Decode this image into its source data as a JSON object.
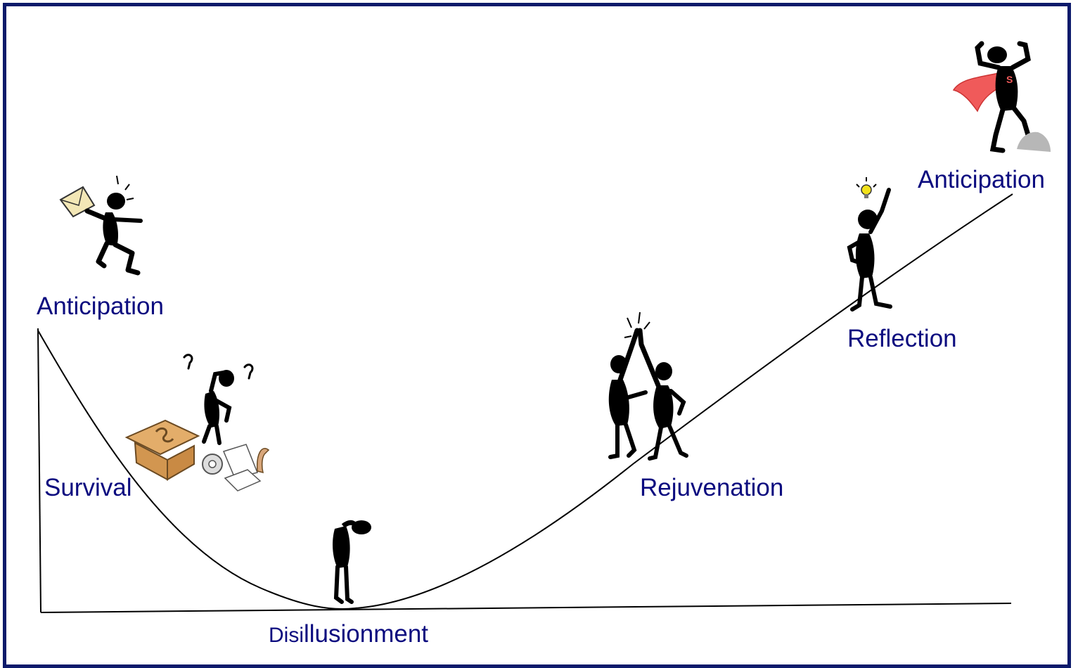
{
  "colors": {
    "frame": "#0c1a6b",
    "label": "#0b0b7f",
    "curve": "#000000",
    "figure": "#000000",
    "cape": "#f05a5a",
    "bulb": "#f2e21b",
    "envelope": "#f3e7b6",
    "box": "#d9a05b",
    "rock": "#b7b7b7"
  },
  "labels": {
    "anticipation_start": "Anticipation",
    "survival": "Survival",
    "disillusionment_prefix": "Disi",
    "disillusionment_rest": "llusionment",
    "rejuvenation": "Rejuvenation",
    "reflection": "Reflection",
    "anticipation_end": "Anticipation"
  },
  "icons": {
    "anticipation_start": "excited-figure-with-letter-icon",
    "survival": "confused-figure-with-box-icon",
    "disillusionment": "slumped-figure-icon",
    "rejuvenation": "high-five-figures-icon",
    "reflection": "figure-with-idea-bulb-icon",
    "anticipation_end": "superhero-figure-icon"
  }
}
